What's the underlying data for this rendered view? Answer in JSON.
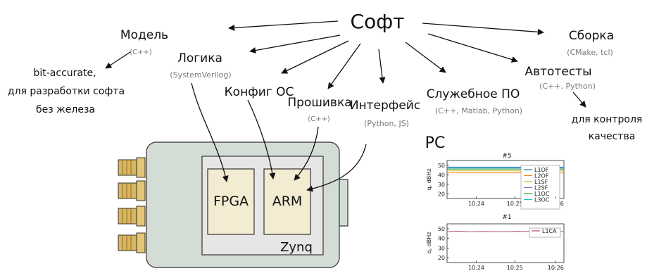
{
  "title": "Софт",
  "nodes": {
    "model": {
      "label": "Модель",
      "sub": "(C++)"
    },
    "logic": {
      "label": "Логика",
      "sub": "(SystemVerilog)"
    },
    "os_config": {
      "label": "Конфиг ОС"
    },
    "firmware": {
      "label": "Прошивка",
      "sub": "(C++)"
    },
    "interface": {
      "label": "Интерфейс",
      "sub": "(Python, JS)"
    },
    "service": {
      "label": "Служебное ПО",
      "sub": "(C++, Matlab, Python)"
    },
    "autotests": {
      "label": "Автотесты",
      "sub": "(C++, Python)"
    },
    "build": {
      "label": "Сборка",
      "sub": "(CMake, tcl)"
    }
  },
  "notes": {
    "model_note": [
      "bit-accurate,",
      "для разработки софта",
      "без железа"
    ],
    "autotests_note": [
      "для контроля",
      "качества"
    ]
  },
  "device": {
    "fpga": "FPGA",
    "arm": "ARM",
    "soc": "Zynq"
  },
  "pc_label": "PC",
  "colors": {
    "board": "#d3ddd5",
    "soc_box": "#e6e6e6",
    "chip": "#f4ecd2",
    "connector": "#d9b65e"
  },
  "chart_data": [
    {
      "type": "line",
      "title": "#5",
      "ylabel": "q, dBHz",
      "yticks": [
        20,
        30,
        40,
        50
      ],
      "ylim": [
        15,
        55
      ],
      "xticks": [
        "10:24",
        "10:25",
        "10:26"
      ],
      "x": [
        0,
        1,
        2,
        3,
        4,
        5,
        6,
        7,
        8,
        9,
        10
      ],
      "xlim": [
        0,
        10
      ],
      "grid": false,
      "legend": "right",
      "series": [
        {
          "name": "L1OF",
          "color": "#1f77b4",
          "values": [
            47,
            47,
            47,
            47,
            47,
            47,
            47,
            47,
            47,
            47,
            47
          ]
        },
        {
          "name": "L2OF",
          "color": "#ff7f0e",
          "values": [
            42,
            42,
            42,
            42,
            42,
            42,
            42,
            42,
            42,
            42,
            42
          ]
        },
        {
          "name": "L1SF",
          "color": "#bcbd22",
          "values": [
            44,
            44,
            44,
            44,
            44,
            44,
            44,
            44,
            44,
            44,
            44
          ]
        },
        {
          "name": "L2SF",
          "color": "#9467bd",
          "values": [
            48,
            48,
            48,
            48,
            48,
            48,
            48,
            48,
            48,
            48,
            48
          ]
        },
        {
          "name": "L1OC",
          "color": "#2ca02c",
          "values": [
            46,
            46,
            46,
            46,
            46,
            46,
            46,
            46,
            46,
            46,
            46
          ]
        },
        {
          "name": "L3OC",
          "color": "#17becf",
          "values": [
            47.5,
            47.5,
            47.5,
            47.5,
            47.5,
            47.5,
            47.5,
            47.5,
            47.5,
            47.5,
            47.5
          ]
        }
      ]
    },
    {
      "type": "line",
      "title": "#1",
      "ylabel": "q, dBHz",
      "yticks": [
        20,
        30,
        40,
        50
      ],
      "ylim": [
        15,
        55
      ],
      "xticks": [
        "10:24",
        "10:25",
        "10:26"
      ],
      "x": [
        0,
        1,
        2,
        3,
        4,
        5,
        6,
        7,
        8,
        9,
        10
      ],
      "xlim": [
        0,
        10
      ],
      "grid": false,
      "legend": "right",
      "series": [
        {
          "name": "L1CA",
          "color": "#b5527d",
          "values": [
            47,
            47.4,
            46.8,
            47.2,
            47,
            46.9,
            47.3,
            47.1,
            46.8,
            47.2,
            47
          ]
        }
      ]
    }
  ]
}
